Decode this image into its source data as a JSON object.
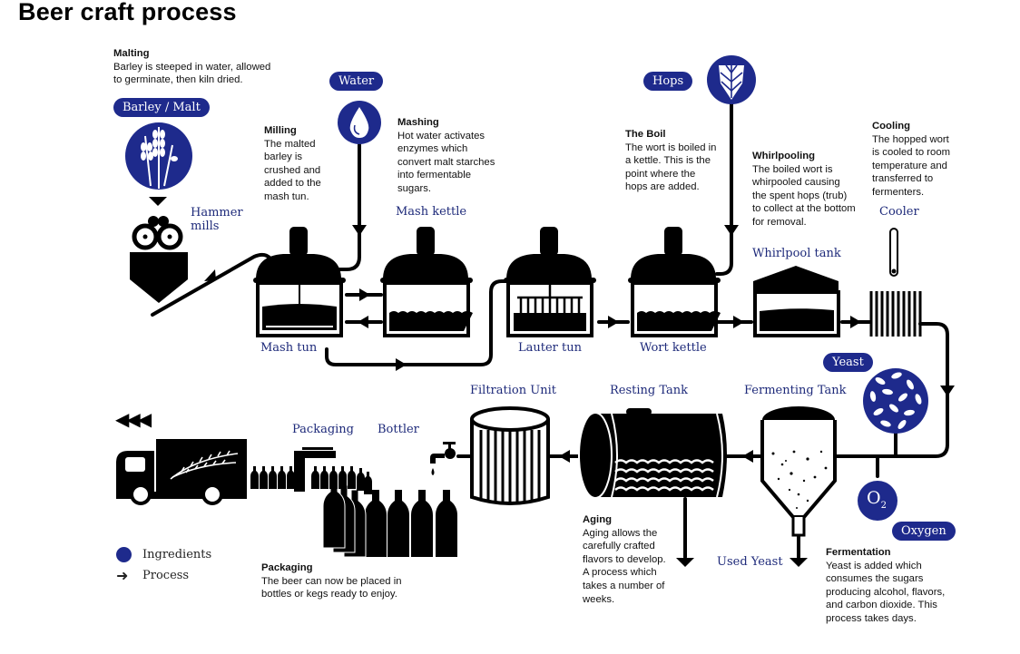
{
  "title": "Beer craft process",
  "colors": {
    "ingredient": "#1e2a8c",
    "equipment": "#000000",
    "label_text": "#1e2a7a"
  },
  "ingredients": {
    "barley": "Barley / Malt",
    "water": "Water",
    "hops": "Hops",
    "yeast": "Yeast",
    "oxygen": "Oxygen",
    "oxygen_symbol": "O",
    "oxygen_sub": "2"
  },
  "equipment": {
    "hammer_mills": "Hammer\nmills",
    "mash_kettle": "Mash kettle",
    "mash_tun": "Mash tun",
    "lauter_tun": "Lauter tun",
    "wort_kettle": "Wort kettle",
    "whirlpool_tank": "Whirlpool tank",
    "cooler": "Cooler",
    "fermenting_tank": "Fermenting Tank",
    "resting_tank": "Resting Tank",
    "filtration_unit": "Filtration Unit",
    "bottler": "Bottler",
    "packaging": "Packaging",
    "used_yeast": "Used Yeast"
  },
  "steps": {
    "malting": {
      "heading": "Malting",
      "body": "Barley is steeped in water, allowed\nto germinate, then kiln dried."
    },
    "milling": {
      "heading": "Milling",
      "body": "The malted\nbarley is\ncrushed and\nadded to the\nmash tun."
    },
    "mashing": {
      "heading": "Mashing",
      "body": "Hot water activates\nenzymes which\nconvert malt starches\ninto fermentable\nsugars."
    },
    "boil": {
      "heading": "The Boil",
      "body": "The wort is boiled in\na kettle.  This is the\npoint where the\nhops are added."
    },
    "whirlpooling": {
      "heading": "Whirlpooling",
      "body": "The boiled wort is\nwhirpooled causing\nthe spent hops (trub)\nto collect at the bottom\nfor removal."
    },
    "cooling": {
      "heading": "Cooling",
      "body": "The hopped wort\nis cooled to room\ntemperature and\ntransferred to\nfermenters."
    },
    "aging": {
      "heading": "Aging",
      "body": "Aging allows the\ncarefully crafted\nflavors to develop.\nA process which\ntakes a number of\nweeks."
    },
    "fermentation": {
      "heading": "Fermentation",
      "body": "Yeast is added which\nconsumes the sugars\nproducing alcohol, flavors,\nand carbon dioxide.  This\nprocess takes days."
    },
    "packaging": {
      "heading": "Packaging",
      "body": "The beer can now be placed in\nbottles or kegs ready to enjoy."
    }
  },
  "legend": [
    {
      "icon": "blue-dot",
      "label": "Ingredients"
    },
    {
      "icon": "arrow-right",
      "label": "Process"
    }
  ],
  "direction_glyph": "◀◀◀",
  "legend_arrow_glyph": "➜"
}
